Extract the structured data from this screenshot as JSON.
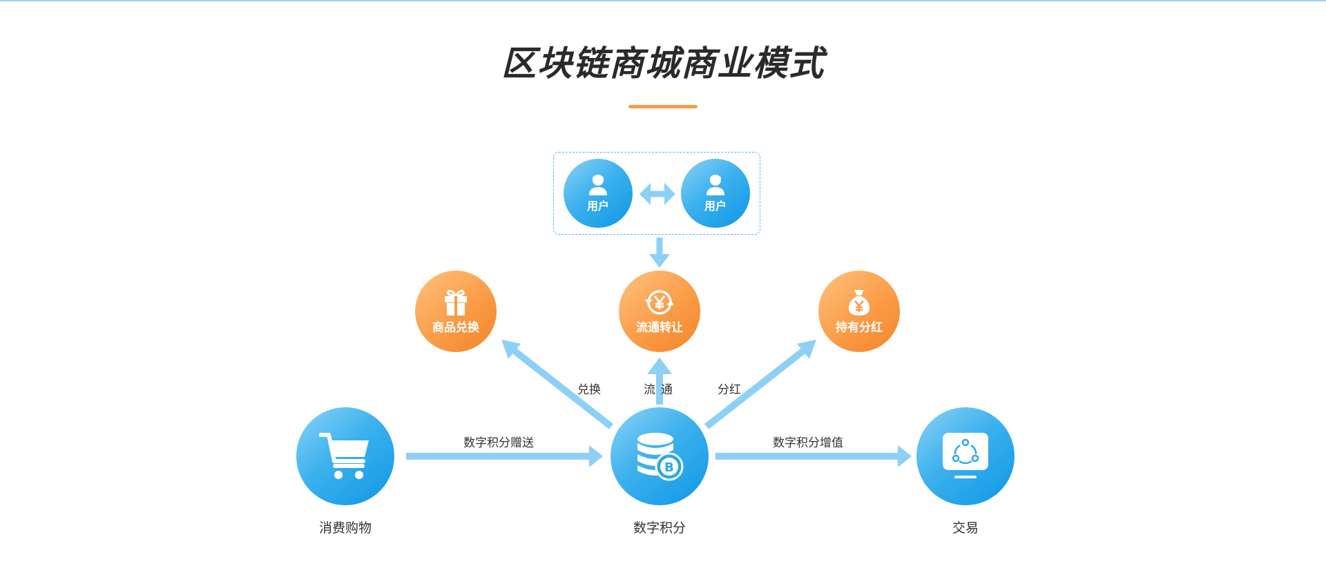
{
  "title": "区块链商城商业模式",
  "nodes": {
    "user_left": {
      "label": "用户",
      "icon": "user-icon"
    },
    "user_right": {
      "label": "用户",
      "icon": "user-icon"
    },
    "circulation_transfer": {
      "label": "流通转让",
      "icon": "yen-exchange-icon"
    },
    "goods_exchange": {
      "label": "商品兑换",
      "icon": "gift-icon"
    },
    "holding_dividend": {
      "label": "持有分红",
      "icon": "money-bag-icon"
    },
    "consumer_shopping": {
      "label": "消费购物",
      "icon": "shopping-cart-icon"
    },
    "digital_points": {
      "label": "数字积分",
      "icon": "coin-stack-icon"
    },
    "trade": {
      "label": "交易",
      "icon": "monitor-share-icon"
    }
  },
  "edges": {
    "exchange": "兑换",
    "circulation": "流通",
    "dividend": "分红",
    "points_gift": "数字积分赠送",
    "points_appreciation": "数字积分增值"
  },
  "colors": {
    "blue_start": "#8cd3f6",
    "blue_end": "#0d97e6",
    "orange_start": "#ffc27e",
    "orange_end": "#f2852a",
    "arrow": "#8ed0f5",
    "title": "#2a2a2a",
    "accent_underline": "#f2a042"
  }
}
